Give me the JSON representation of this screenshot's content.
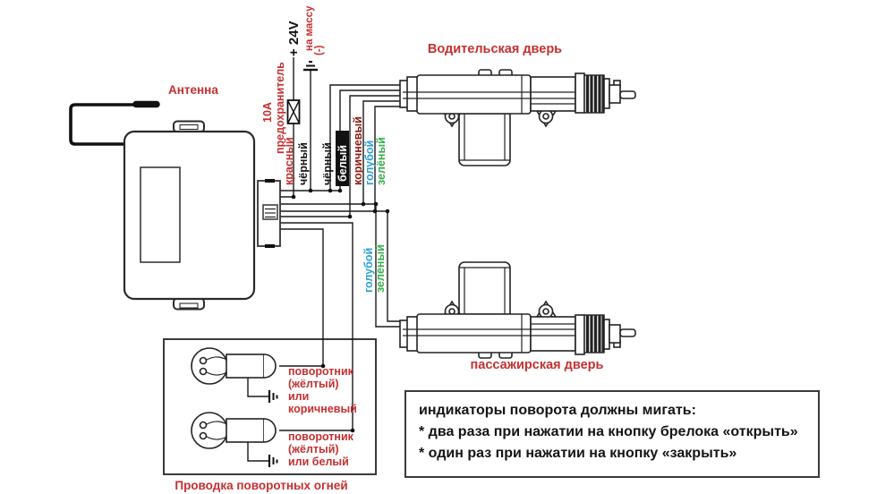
{
  "labels": {
    "antenna": "Антенна",
    "fuse_amp": "10А",
    "fuse_name": "предохранитель",
    "plus_24v": "+ 24V",
    "to_ground": "на массу",
    "ground_minus": "(-)",
    "wire_red": "красный",
    "wire_black_1": "чёрный",
    "wire_black_2": "чёрный",
    "wire_white": "белый",
    "wire_brown": "коричневый",
    "wire_blue": "голубой",
    "wire_green": "зелёный",
    "wire_blue_2": "голубой",
    "wire_green_2": "зелёный",
    "driver_door": "Водительская дверь",
    "passenger_door": "пассажирская дверь"
  },
  "turn_signals": {
    "lamp1_lines": [
      "поворотник",
      "(жёлтый)",
      "или",
      "коричневый"
    ],
    "lamp2_lines": [
      "поворотник",
      "(жёлтый)",
      "или белый"
    ],
    "caption": "Проводка поворотных огней"
  },
  "note": {
    "line1": "индикаторы поворота должны мигать:",
    "line2": "* два раза при нажатии на кнопку брелока «открыть»",
    "line3": "* один раз при нажатии на кнопку «закрыть»"
  },
  "colors": {
    "label_red": "#c53030",
    "label_brown": "#8e1a12",
    "label_blue": "#2b9fd6",
    "label_green": "#3aab4f",
    "wire_black": "#1a1a1a",
    "background": "#ffffff"
  }
}
